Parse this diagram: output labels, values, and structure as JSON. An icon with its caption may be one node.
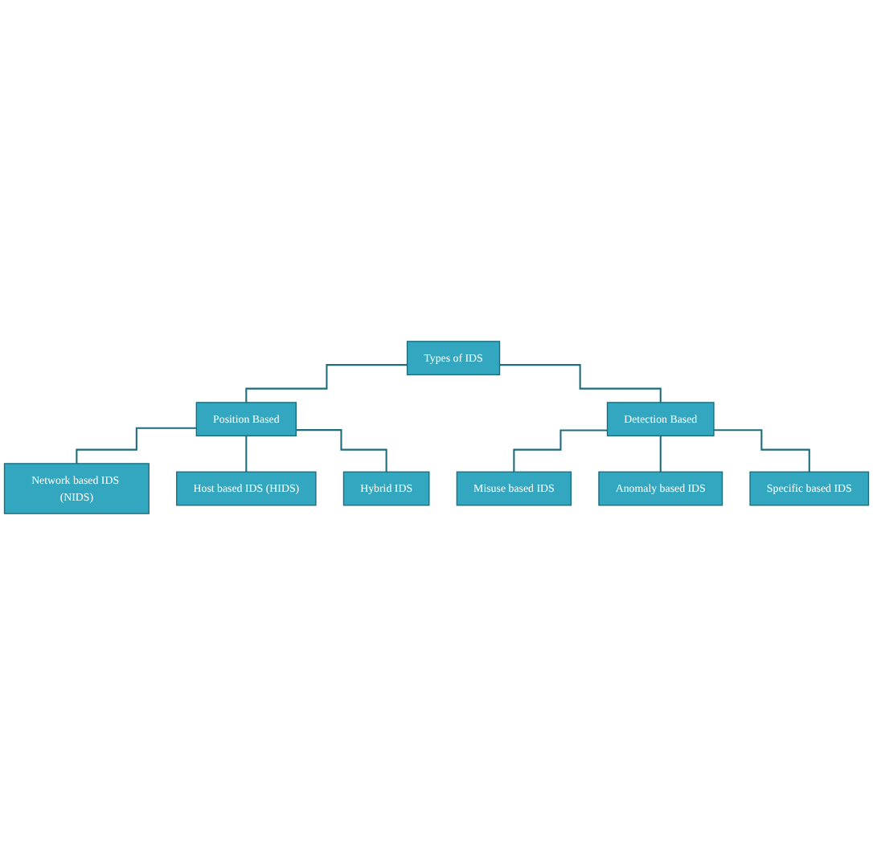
{
  "diagram": {
    "nodes": [
      {
        "text": [
          "Types of IDS"
        ]
      },
      {
        "text": [
          "Position Based"
        ]
      },
      {
        "text": [
          "Detection Based"
        ]
      },
      {
        "text": [
          "Network based IDS (NIDS)"
        ]
      },
      {
        "text": [
          "Misuse based IDS"
        ]
      },
      {
        "text": [
          "Host based IDS (HIDS)"
        ]
      },
      {
        "text": [
          "Anomaly based IDS"
        ]
      },
      {
        "text": [
          "Hybrid IDS"
        ]
      },
      {
        "text": [
          "Specific based IDS"
        ]
      }
    ],
    "edges": [
      {
        "from": 0,
        "to": 1,
        "arrow": "none"
      },
      {
        "from": 0,
        "to": 2,
        "arrow": "none"
      },
      {
        "from": 1,
        "to": 3,
        "arrow": "none"
      },
      {
        "from": 1,
        "to": 5,
        "arrow": "none"
      },
      {
        "from": 1,
        "to": 7,
        "arrow": "none"
      },
      {
        "from": 2,
        "to": 4,
        "arrow": "none"
      },
      {
        "from": 2,
        "to": 6,
        "arrow": "none"
      },
      {
        "from": 2,
        "to": 8,
        "arrow": "none"
      }
    ]
  }
}
